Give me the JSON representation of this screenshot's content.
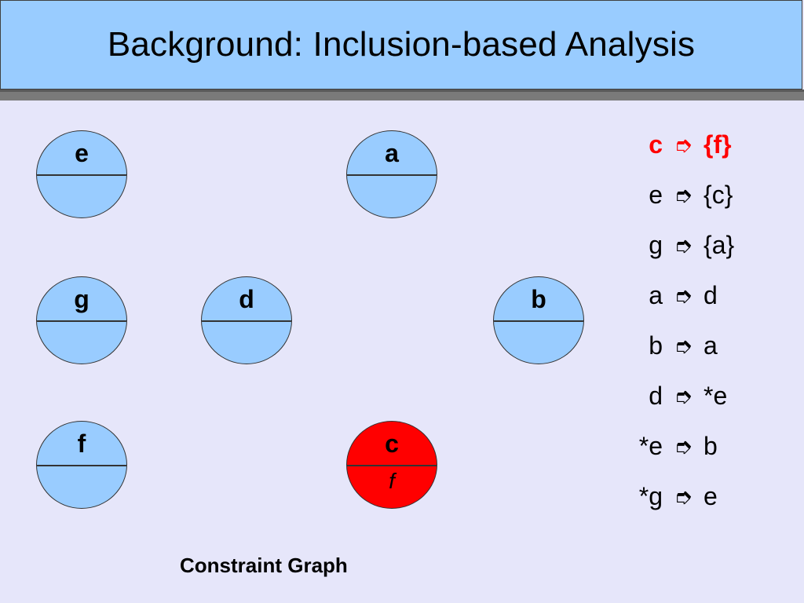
{
  "slide": {
    "title": "Background: Inclusion-based Analysis",
    "caption": "Constraint Graph"
  },
  "nodes": [
    {
      "id": "e",
      "label": "e",
      "pts": ""
    },
    {
      "id": "a",
      "label": "a",
      "pts": ""
    },
    {
      "id": "g",
      "label": "g",
      "pts": ""
    },
    {
      "id": "d",
      "label": "d",
      "pts": ""
    },
    {
      "id": "b",
      "label": "b",
      "pts": ""
    },
    {
      "id": "f",
      "label": "f",
      "pts": ""
    },
    {
      "id": "c",
      "label": "c",
      "pts": "f",
      "color": "#ff0000"
    }
  ],
  "constraints": [
    {
      "lhs": "c",
      "rhs": "{f}",
      "highlight": true,
      "color": "#ff0000"
    },
    {
      "lhs": "e",
      "rhs": "{c}"
    },
    {
      "lhs": "g",
      "rhs": "{a}"
    },
    {
      "lhs": "a",
      "rhs": "d"
    },
    {
      "lhs": "b",
      "rhs": "a"
    },
    {
      "lhs": "d",
      "rhs": "*e"
    },
    {
      "lhs": "*e",
      "rhs": "b"
    },
    {
      "lhs": "*g",
      "rhs": "e"
    }
  ],
  "arrow_glyph": "➮",
  "colors": {
    "background": "#e6e6fa",
    "title_bar": "#99ccff",
    "node_fill": "#99ccff",
    "highlight": "#ff0000"
  }
}
